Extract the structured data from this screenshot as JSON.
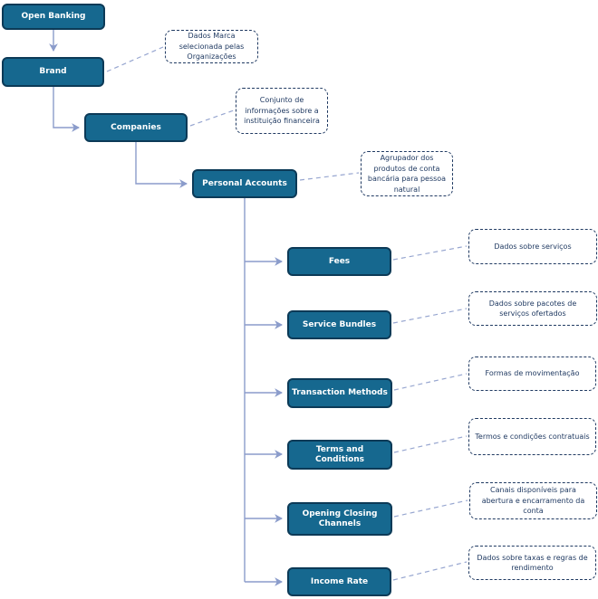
{
  "colors": {
    "node_fill": "#16688F",
    "node_border": "#0C3A57",
    "node_text": "#FFFFFF",
    "connector": "#8B9CCB",
    "note_border": "#203A62",
    "note_text": "#203A62"
  },
  "nodes": {
    "open_banking": {
      "label": "Open Banking"
    },
    "brand": {
      "label": "Brand",
      "note": "Dados Marca selecionada pelas Organizações"
    },
    "companies": {
      "label": "Companies",
      "note": "Conjunto de informações sobre a instituição financeira"
    },
    "personal_accounts": {
      "label": "Personal Accounts",
      "note": "Agrupador dos produtos de conta bancária para pessoa natural"
    },
    "fees": {
      "label": "Fees",
      "note": "Dados sobre serviços"
    },
    "service_bundles": {
      "label": "Service Bundles",
      "note": "Dados sobre pacotes de serviços ofertados"
    },
    "transaction_methods": {
      "label": "Transaction Methods",
      "note": "Formas de movimentação"
    },
    "terms_and_conditions": {
      "label": "Terms and Conditions",
      "note": "Termos e condições contratuais"
    },
    "opening_closing_channels": {
      "label": "Opening Closing Channels",
      "note": "Canais disponíveis para abertura e encarramento da conta"
    },
    "income_rate": {
      "label": "Income Rate",
      "note": "Dados sobre taxas e regras de rendimento"
    }
  }
}
